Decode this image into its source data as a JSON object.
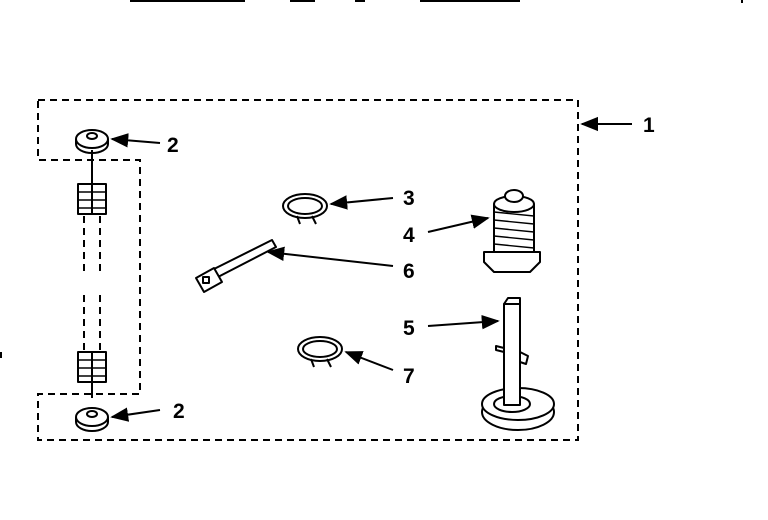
{
  "callouts": [
    {
      "key": "c1",
      "label": "1"
    },
    {
      "key": "c2a",
      "label": "2"
    },
    {
      "key": "c2b",
      "label": "2"
    },
    {
      "key": "c3",
      "label": "3"
    },
    {
      "key": "c4",
      "label": "4"
    },
    {
      "key": "c5",
      "label": "5"
    },
    {
      "key": "c6",
      "label": "6"
    },
    {
      "key": "c7",
      "label": "7"
    }
  ],
  "colors": {
    "ink": "#000000",
    "paper": "#ffffff"
  }
}
